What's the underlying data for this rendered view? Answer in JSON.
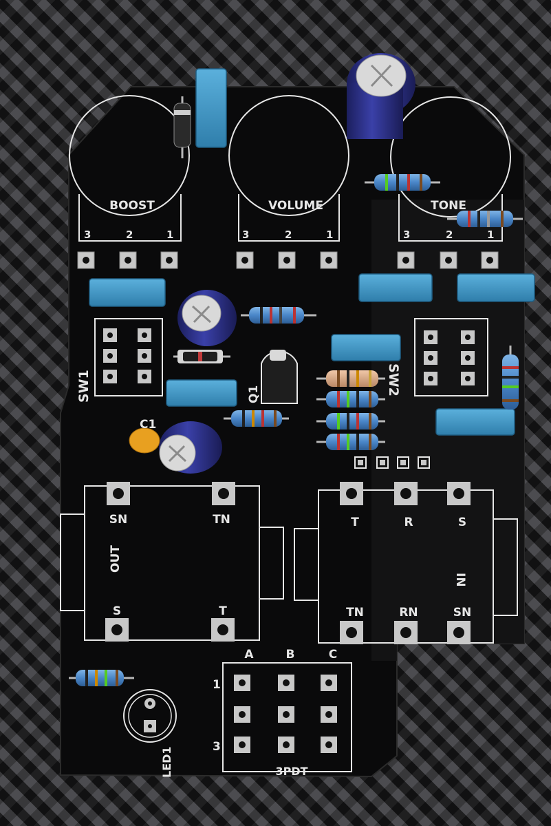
{
  "photo_subject": "Assembled guitar effects pedal PCB on a carbon-fibre background",
  "pots": [
    {
      "name": "BOOST",
      "pins": [
        "3",
        "2",
        "1"
      ]
    },
    {
      "name": "VOLUME",
      "pins": [
        "3",
        "2",
        "1"
      ]
    },
    {
      "name": "TONE",
      "pins": [
        "3",
        "2",
        "1"
      ]
    }
  ],
  "switches": {
    "left": "SW1",
    "right": "SW2",
    "footswitch": "3PDT"
  },
  "transistor_label": "Q1",
  "capacitor_label": "C1",
  "led_label": "LED1",
  "out_jack": {
    "name": "OUT",
    "top_pins": [
      "SN",
      "TN"
    ],
    "bottom_pins": [
      "S",
      "T"
    ]
  },
  "in_jack": {
    "name": "IN",
    "top_pins": [
      "T",
      "R",
      "S"
    ],
    "bottom_pins": [
      "TN",
      "RN",
      "SN"
    ]
  },
  "footswitch_cols": [
    "A",
    "B",
    "C"
  ],
  "footswitch_rows": [
    "1",
    "3"
  ],
  "colors": {
    "board": "#0b0b0c",
    "silkscreen": "#e6e6e6",
    "box_cap": "#3f98c8",
    "electrolytic": "#2a2e86",
    "resistor": "#4a86c8",
    "pad": "#c8c8c8"
  }
}
